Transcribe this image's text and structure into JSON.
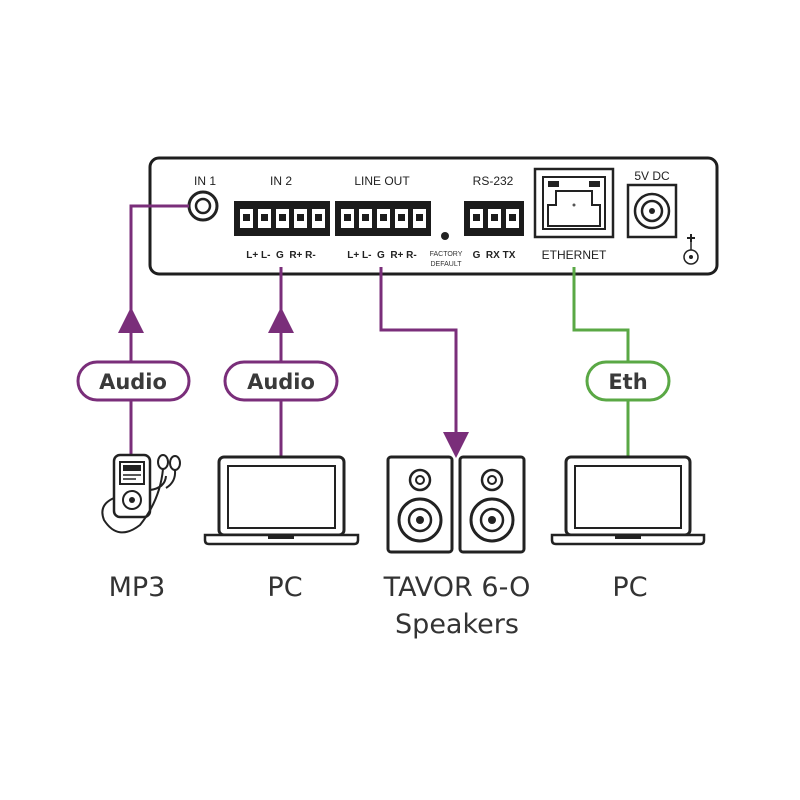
{
  "panel": {
    "in1_label": "IN 1",
    "in2_label": "IN 2",
    "line_out_label": "LINE OUT",
    "rs232_label": "RS-232",
    "dc_label": "5V DC",
    "ethernet_label": "ETHERNET",
    "factory_default_line1": "FACTORY",
    "factory_default_line2": "DEFAULT",
    "in2_pins": "L+ L-  G  R+ R-",
    "line_out_pins": "L+ L-  G  R+ R-",
    "rs232_pins": "G  RX TX"
  },
  "connections": [
    {
      "label": "Audio",
      "color": "#7a2e7a"
    },
    {
      "label": "Audio",
      "color": "#7a2e7a"
    },
    {
      "label": "Eth",
      "color": "#5aa845"
    }
  ],
  "devices": {
    "mp3": "MP3",
    "pc_left": "PC",
    "speakers_line1": "TAVOR 6-O",
    "speakers_line2": "Speakers",
    "pc_right": "PC"
  },
  "icons": [
    "mp3-player-icon",
    "laptop-icon",
    "speaker-icon",
    "rj45-port-icon",
    "dc-jack-icon",
    "polarity-icon"
  ]
}
